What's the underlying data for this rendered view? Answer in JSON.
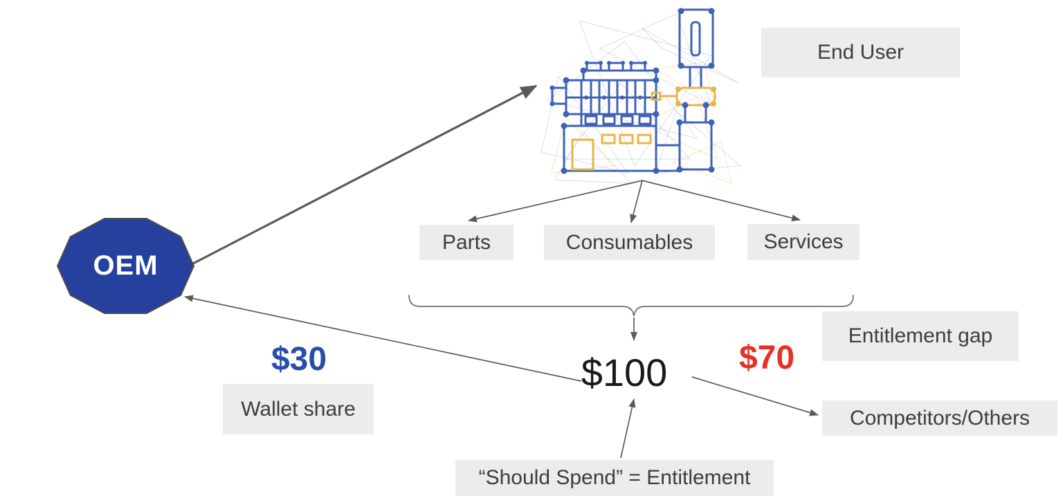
{
  "colors": {
    "box_bg": "#ececec",
    "box_text": "#3d3d3d",
    "arrow": "#5a5a5a",
    "brace": "#6e6e6e",
    "oem_fill": "#25419d",
    "oem_stroke": "#4d4d4d",
    "oem_text": "#ffffff",
    "value30": "#2a4cab",
    "value70": "#e73125",
    "value100": "#1a1a1a",
    "machine_blue": "#3f62b6",
    "machine_yellow": "#e9b542"
  },
  "diagram": {
    "end_user": {
      "label": "End User"
    },
    "oem": {
      "label": "OEM"
    },
    "categories": [
      {
        "label": "Parts"
      },
      {
        "label": "Consumables"
      },
      {
        "label": "Services"
      }
    ],
    "wallet": {
      "value": "$30",
      "label": "Wallet share"
    },
    "gap": {
      "value": "$70",
      "label": "Entitlement gap"
    },
    "total": {
      "value": "$100"
    },
    "competitors": {
      "label": "Competitors/Others"
    },
    "should_spend": {
      "label": "“Should Spend” = Entitlement"
    }
  }
}
